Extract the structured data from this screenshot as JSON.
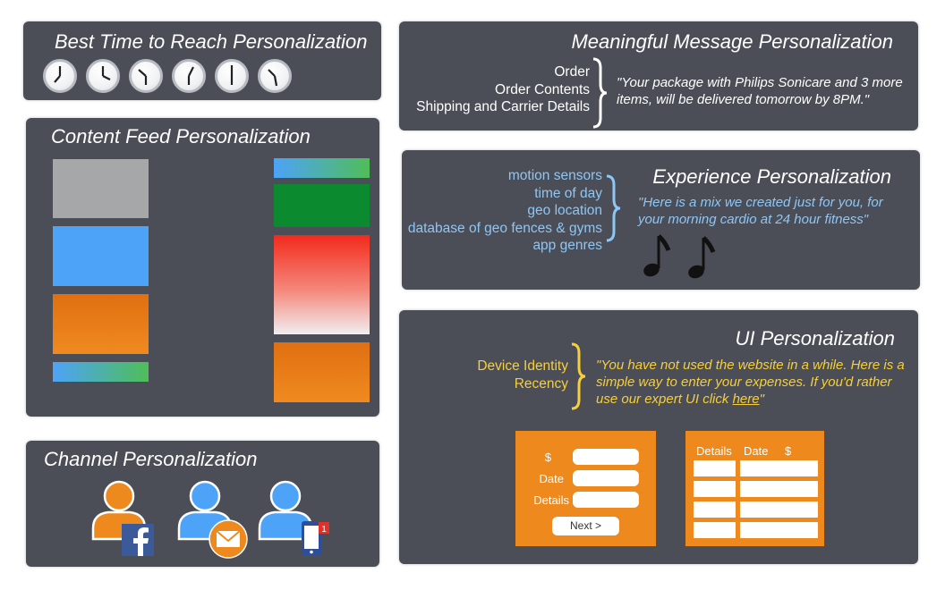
{
  "best_time": {
    "title": "Best Time to Reach Personalization",
    "clocks": [
      "clock-1",
      "clock-2",
      "clock-3",
      "clock-4",
      "clock-5",
      "clock-6"
    ]
  },
  "content_feed": {
    "title": "Content Feed Personalization",
    "tiles": [
      "gray",
      "blue",
      "orange",
      "blue-green",
      "blue-green",
      "green",
      "red-gradient",
      "orange"
    ]
  },
  "channel": {
    "title": "Channel Personalization",
    "channels": [
      "facebook-icon",
      "envelope-icon",
      "mobile-notification-icon"
    ]
  },
  "meaningful": {
    "title": "Meaningful Message Personalization",
    "items": [
      "Order",
      "Order Contents",
      "Shipping and Carrier Details"
    ],
    "quote": "\"Your package with Philips Sonicare and 3 more items, will be delivered tomorrow by 8PM.\""
  },
  "experience": {
    "title": "Experience Personalization",
    "items": [
      "motion sensors",
      "time of day",
      "geo location",
      "database of geo fences & gyms",
      "app genres"
    ],
    "quote": "\"Here is a mix we created just for you, for your morning cardio at 24 hour fitness\""
  },
  "ui": {
    "title": "UI Personalization",
    "items": [
      "Device Identity",
      "Recency"
    ],
    "quote_main": "\"You have not used the website in a while. Here is a simple way to enter your expenses.  If you'd rather use our expert UI click ",
    "quote_link": "here",
    "quote_end": "\"",
    "form": {
      "labels": [
        "$",
        "Date",
        "Details"
      ],
      "button": "Next >"
    },
    "table": {
      "headers": [
        "Details",
        "Date",
        "$"
      ]
    }
  },
  "colors": {
    "panel": "#4b4e56",
    "experience_text": "#8ec6f5",
    "ui_text": "#f6cf3a",
    "orange": "#ee8a1d",
    "blue": "#4da3f7",
    "green": "#0c8a2f"
  }
}
